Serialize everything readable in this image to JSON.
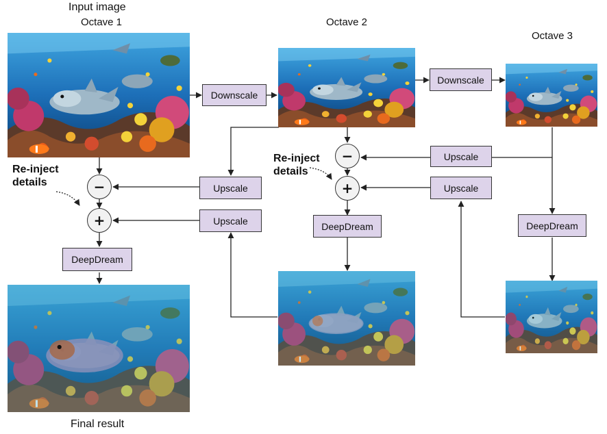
{
  "titles": {
    "input_image": "Input image",
    "octave1": "Octave 1",
    "octave2": "Octave 2",
    "octave3": "Octave 3",
    "final_result": "Final result"
  },
  "boxes": {
    "downscale_1": "Downscale",
    "downscale_2": "Downscale",
    "upscale_top_2": "Upscale",
    "upscale_bottom_2": "Upscale",
    "upscale_top_1": "Upscale",
    "upscale_bottom_1": "Upscale",
    "deepdream_1": "DeepDream",
    "deepdream_2": "DeepDream",
    "deepdream_3": "DeepDream"
  },
  "operators": {
    "minus": "−",
    "plus": "+"
  },
  "annotations": {
    "reinject_1": "Re-inject\ndetails",
    "reinject_2": "Re-inject\ndetails"
  },
  "colors": {
    "box_fill": "#ddd3ea",
    "water_top": "#1d6fb8",
    "water_bottom": "#0a3f74",
    "dreamed_tint": "#2f9ab8"
  }
}
